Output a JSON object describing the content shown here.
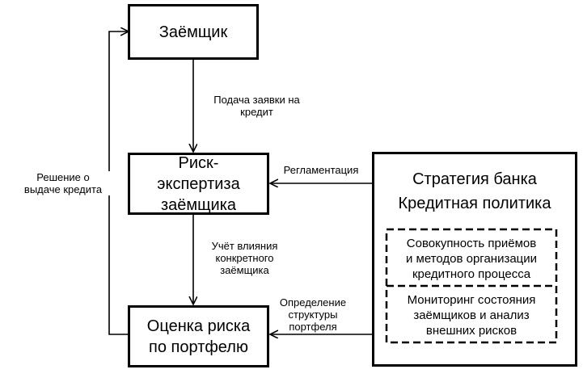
{
  "nodes": {
    "borrower": "Заёмщик",
    "risk_expertise": [
      "Риск-",
      "экспертиза",
      "заёмщика"
    ],
    "portfolio_risk": [
      "Оценка риска",
      "по портфелю"
    ],
    "strategy": {
      "title1": "Стратегия банка",
      "title2": "Кредитная политика",
      "inner1": [
        "Совокупность приёмов",
        "и методов организации",
        "кредитного процесса"
      ],
      "inner2": [
        "Мониторинг состояния",
        "заёмщиков и анализ",
        "внешних рисков"
      ]
    }
  },
  "edges": {
    "apply": [
      "Подача заявки на",
      "кредит"
    ],
    "regulation": "Регламентация",
    "borrower_influence": [
      "Учёт влияния",
      "конкретного",
      "заёмщика"
    ],
    "portfolio_structure": [
      "Определение",
      "структуры",
      "портфеля"
    ],
    "credit_decision": [
      "Решение о",
      "выдаче кредита"
    ]
  }
}
